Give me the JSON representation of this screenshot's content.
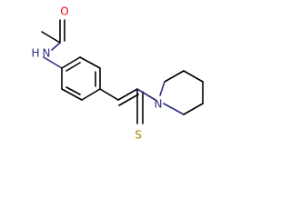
{
  "molecule": {
    "atoms": {
      "oxygen": "O",
      "amide_nitrogen": "N",
      "amide_hydrogen": "H",
      "piperidine_nitrogen": "N",
      "sulfur": "S"
    },
    "colors": {
      "oxygen": "#ff0000",
      "nitrogen": "#2b2b80",
      "sulfur": "#a38000",
      "bond": "#000000"
    }
  }
}
